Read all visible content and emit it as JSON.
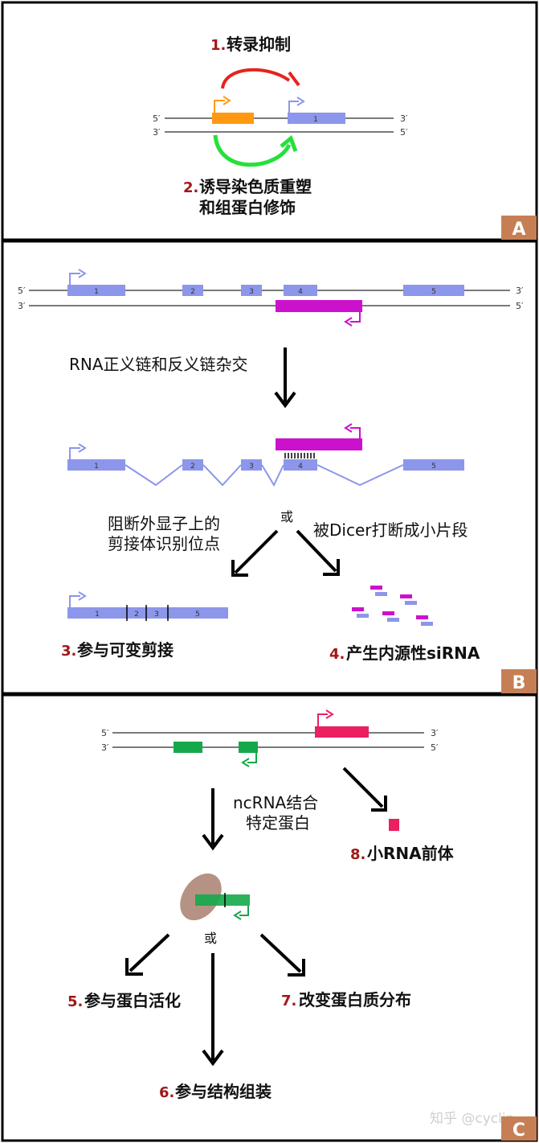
{
  "panel_a": {
    "letter": "A",
    "strand5_left": "5′",
    "strand3_right": "3′",
    "strand3_left": "3′",
    "strand5_right": "5′",
    "exon_label": "1",
    "item1_num": "1.",
    "item1_text": "转录抑制",
    "item2_num": "2.",
    "item2_line1": "诱导染色质重塑",
    "item2_line2": "和组蛋白修饰",
    "colors": {
      "orange": "#ff9912",
      "blue": "#8c96ea",
      "red": "#e8221e",
      "green": "#26e03a"
    }
  },
  "panel_b": {
    "letter": "B",
    "strand5_left": "5′",
    "strand3_right": "3′",
    "strand3_left": "3′",
    "strand5_right": "5′",
    "exons": [
      "1",
      "2",
      "3",
      "4",
      "5"
    ],
    "hybrid_text": "RNA正义链和反义链杂交",
    "or_text": "或",
    "left_line1": "阻断外显子上的",
    "left_line2": "剪接体识别位点",
    "right_text": "被Dicer打断成小片段",
    "spliced_labels": [
      "1",
      "2",
      "3",
      "5"
    ],
    "item3_num": "3.",
    "item3_text": "参与可变剪接",
    "item4_num": "4.",
    "item4_text": "产生内源性siRNA",
    "colors": {
      "blue": "#8c96ea",
      "magenta": "#cc11cc"
    }
  },
  "panel_c": {
    "letter": "C",
    "strand5_left": "5′",
    "strand3_right": "3′",
    "strand3_left": "3′",
    "strand5_right": "5′",
    "bind_line1": "ncRNA结合",
    "bind_line2": "特定蛋白",
    "or_text": "或",
    "item8_num": "8.",
    "item8_text": "小RNA前体",
    "item5_num": "5.",
    "item5_text": "参与蛋白活化",
    "item6_num": "6.",
    "item6_text": "参与结构组装",
    "item7_num": "7.",
    "item7_text": "改变蛋白质分布",
    "colors": {
      "green": "#15a84a",
      "pink": "#ea2060",
      "protein": "#b59283"
    }
  },
  "watermark": "知乎 @cyclin"
}
